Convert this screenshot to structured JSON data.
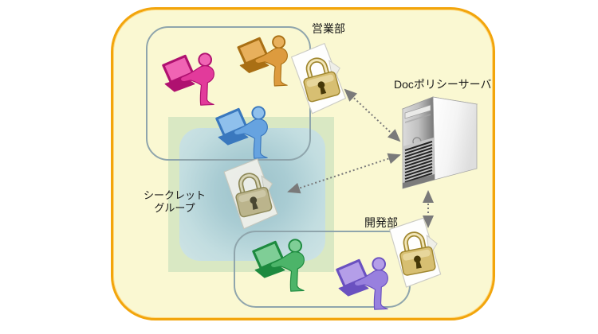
{
  "labels": {
    "sales_group": "営業部",
    "dev_group": "開発部",
    "secret_group_line1": "シークレット",
    "secret_group_line2": "グループ",
    "server": "Docポリシーサーバ"
  },
  "nodes": {
    "server": {
      "id": "doc-policy-server",
      "label": "Docポリシーサーバ",
      "icon": "server-tower-icon"
    },
    "users": [
      {
        "id": "sales-user-pink",
        "icon": "user-laptop-icon",
        "color": "#E23A9B",
        "group": "営業部"
      },
      {
        "id": "sales-user-orange",
        "icon": "user-laptop-icon",
        "color": "#DD9B3E",
        "group": "営業部"
      },
      {
        "id": "secret-user-blue",
        "icon": "user-laptop-icon",
        "color": "#66A3E0",
        "group": "シークレットグループ"
      },
      {
        "id": "dev-user-green",
        "icon": "user-laptop-icon",
        "color": "#4CB469",
        "group": "開発部"
      },
      {
        "id": "dev-user-purple",
        "icon": "user-laptop-icon",
        "color": "#9880DE",
        "group": "開発部"
      }
    ],
    "documents": [
      {
        "id": "sales-protected-doc",
        "icon": "document-lock-icon",
        "style": "gold-lock",
        "group": "営業部"
      },
      {
        "id": "secret-protected-doc",
        "icon": "document-lock-icon",
        "style": "muted-lock",
        "group": "シークレットグループ"
      },
      {
        "id": "dev-protected-doc",
        "icon": "document-lock-icon",
        "style": "gold-lock",
        "group": "開発部"
      }
    ]
  },
  "connections": [
    {
      "from": "sales-protected-doc",
      "to": "doc-policy-server",
      "style": "dashed",
      "bidirectional": true
    },
    {
      "from": "secret-protected-doc",
      "to": "doc-policy-server",
      "style": "dashed",
      "bidirectional": true
    },
    {
      "from": "dev-protected-doc",
      "to": "doc-policy-server",
      "style": "dashed",
      "bidirectional": true
    }
  ],
  "colors": {
    "outer_border": "#F2A50C",
    "outer_fill": "#FAF8D2",
    "group_box_border": "#8FA5AC",
    "secret_outer_region": "#D9E8C3",
    "secret_inner_region": "#A9CCD3",
    "arrow": "#7A7A7A",
    "lock_gold": "#D7BF72",
    "label_text": "#1A1A1A"
  }
}
